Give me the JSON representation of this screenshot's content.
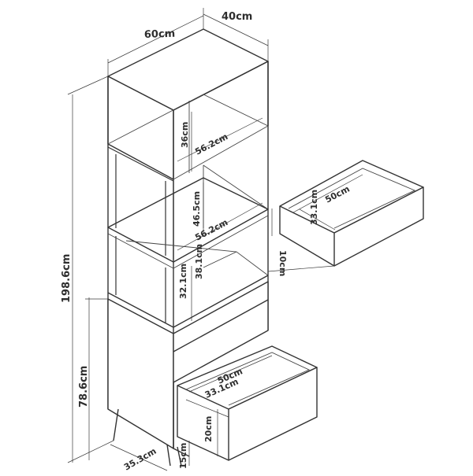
{
  "labels": {
    "width": "60cm",
    "depth": "40cm",
    "total_height": "198.6cm",
    "base_height": "78.6cm",
    "top_shelf_height": "36cm",
    "top_shelf_width": "56.2cm",
    "mid_shelf_height": "46.5cm",
    "mid_shelf_width": "56.2cm",
    "low_shelf_height": "32.1cm",
    "low_shelf_depth": "38.1cm",
    "side_drawer_width": "50cm",
    "side_drawer_depth": "33.1cm",
    "side_drawer_height": "10cm",
    "bottom_drawer_width": "50cm",
    "bottom_drawer_depth": "33.1cm",
    "bottom_drawer_height": "20cm",
    "cabinet_depth": "35.3cm",
    "leg_height": "15cm"
  }
}
